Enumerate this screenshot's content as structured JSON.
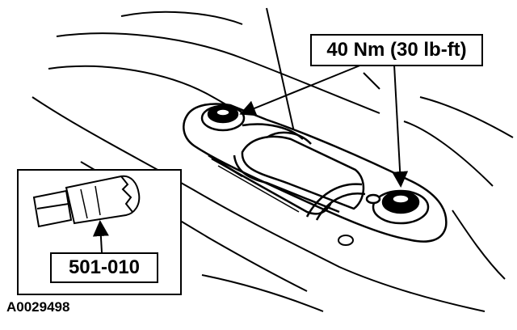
{
  "torque_callout": "40 Nm (30 lb-ft)",
  "tool_callout": "501-010",
  "figure_id": "A0029498",
  "colors": {
    "line": "#000000",
    "background": "#ffffff"
  }
}
